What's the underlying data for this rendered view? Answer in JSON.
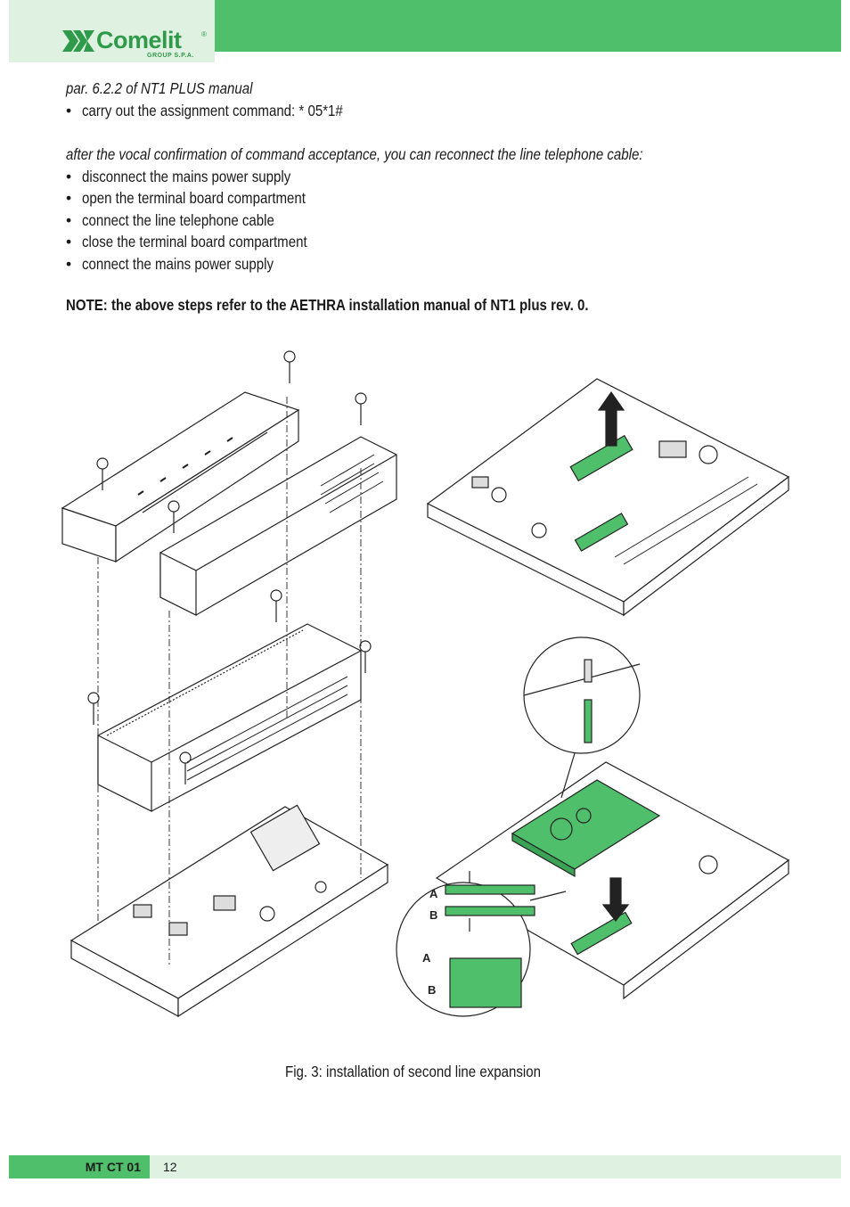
{
  "header": {
    "brand": "Comelit",
    "brand_reg": "®",
    "brand_sub": "GROUP S.P.A.",
    "brand_color": "#2f9a4a",
    "accent_color": "#4fbf6b",
    "light_accent_color": "#dff2e1"
  },
  "section1": {
    "reference": "par. 6.2.2 of NT1 PLUS manual",
    "steps": [
      "carry out the assignment command: * 05*1#"
    ]
  },
  "section2": {
    "intro": "after the vocal confirmation of command acceptance, you can reconnect the line telephone cable:",
    "steps": [
      "disconnect the mains power supply",
      "open the terminal board compartment",
      "connect the line telephone cable",
      "close the terminal board compartment",
      "connect the mains power supply"
    ]
  },
  "note": "NOTE: the above steps refer to the AETHRA installation manual of NT1 plus rev. 0.",
  "figure": {
    "label_a": "A",
    "label_b": "B",
    "caption": "Fig. 3: installation of second line expansion"
  },
  "footer": {
    "doc_code": "MT CT 01",
    "page_number": "12"
  }
}
